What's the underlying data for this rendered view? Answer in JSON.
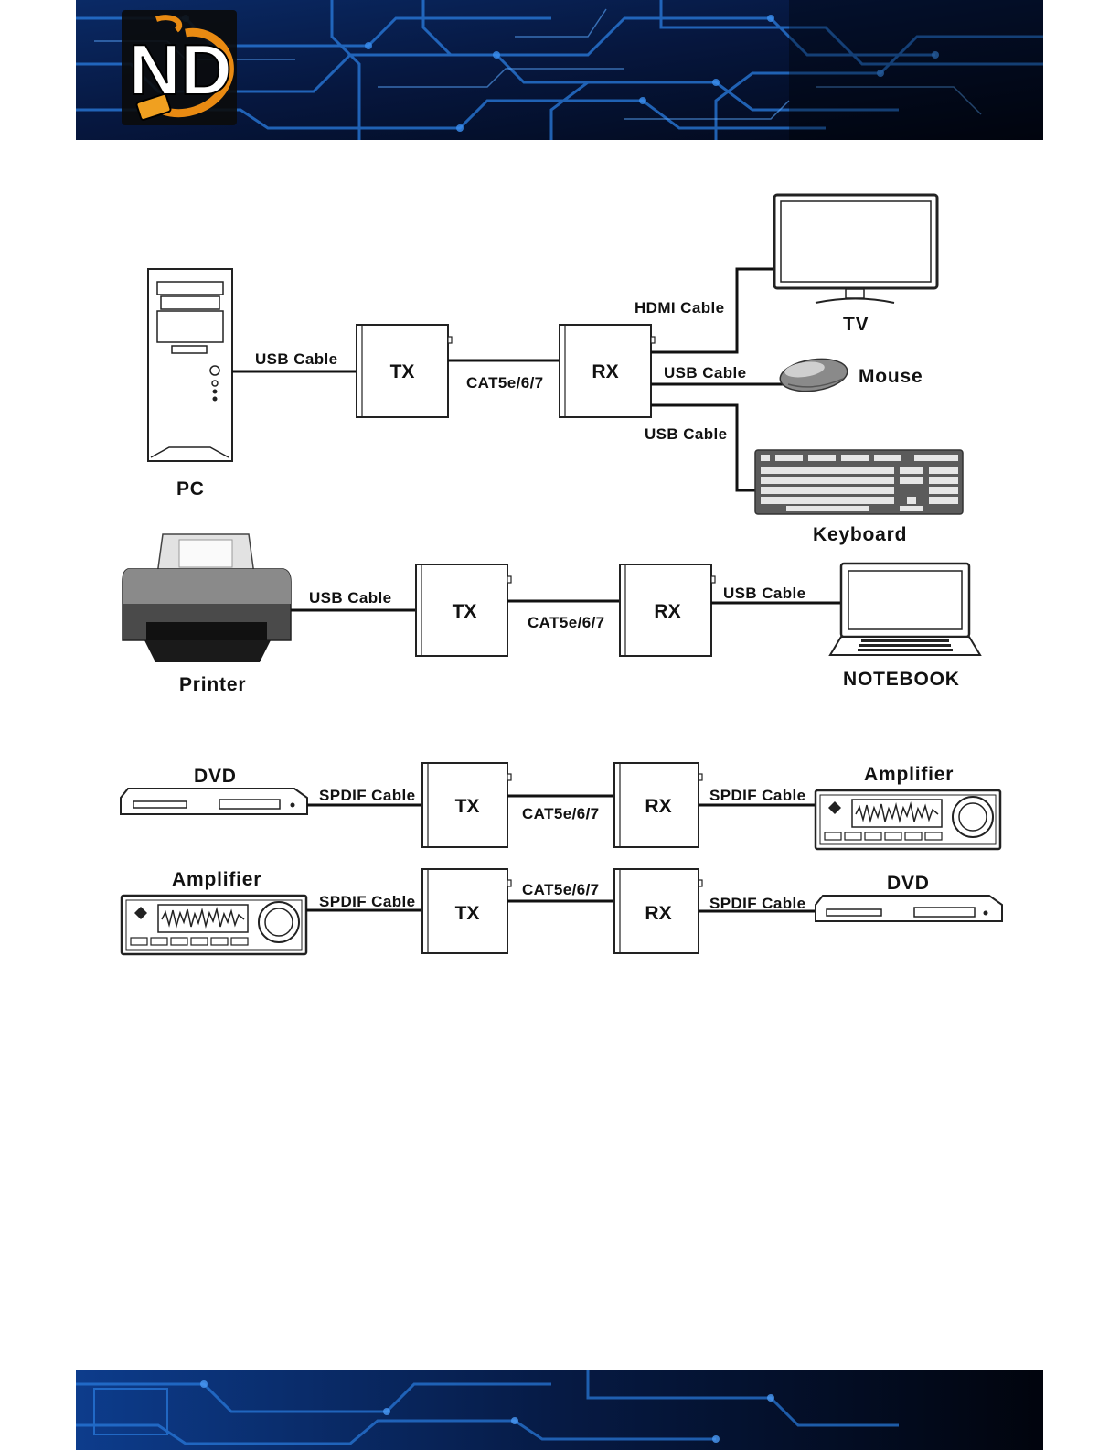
{
  "logo": {
    "text": "ND",
    "icon": "nd-logo-icon"
  },
  "colors": {
    "banner_dark": "#030a1e",
    "circuit": "#1f6fd0",
    "logo_orange": "#e98a12"
  },
  "row1": {
    "pc": "PC",
    "tx": "TX",
    "rx": "RX",
    "usb_cable_left": "USB Cable",
    "cat": "CAT5e/6/7",
    "hdmi_cable": "HDMI Cable",
    "usb_cable_mouse": "USB Cable",
    "usb_cable_keyboard": "USB Cable",
    "tv": "TV",
    "mouse": "Mouse",
    "keyboard": "Keyboard"
  },
  "row2": {
    "printer": "Printer",
    "usb_cable_left": "USB Cable",
    "tx": "TX",
    "cat": "CAT5e/6/7",
    "rx": "RX",
    "usb_cable_right": "USB Cable",
    "notebook": "NOTEBOOK"
  },
  "row3": {
    "dvd": "DVD",
    "spdif_left": "SPDIF Cable",
    "tx": "TX",
    "cat": "CAT5e/6/7",
    "rx": "RX",
    "spdif_right": "SPDIF Cable",
    "amplifier": "Amplifier"
  },
  "row4": {
    "amplifier": "Amplifier",
    "spdif_left": "SPDIF Cable",
    "tx": "TX",
    "cat": "CAT5e/6/7",
    "rx": "RX",
    "spdif_right": "SPDIF Cable",
    "dvd": "DVD"
  }
}
